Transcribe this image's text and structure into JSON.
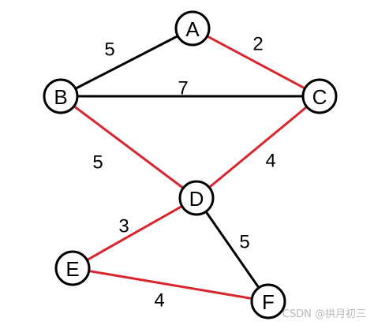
{
  "graph": {
    "colors": {
      "edge_default": "#000000",
      "edge_highlight": "#d9252c",
      "node_fill": "#ffffff",
      "node_stroke": "#000000"
    },
    "nodes": [
      {
        "id": "A",
        "label": "A"
      },
      {
        "id": "B",
        "label": "B"
      },
      {
        "id": "C",
        "label": "C"
      },
      {
        "id": "D",
        "label": "D"
      },
      {
        "id": "E",
        "label": "E"
      },
      {
        "id": "F",
        "label": "F"
      }
    ],
    "edges": [
      {
        "from": "A",
        "to": "B",
        "weight": "5",
        "highlighted": false
      },
      {
        "from": "A",
        "to": "C",
        "weight": "2",
        "highlighted": true
      },
      {
        "from": "B",
        "to": "C",
        "weight": "7",
        "highlighted": false
      },
      {
        "from": "B",
        "to": "D",
        "weight": "5",
        "highlighted": true
      },
      {
        "from": "C",
        "to": "D",
        "weight": "4",
        "highlighted": true
      },
      {
        "from": "D",
        "to": "E",
        "weight": "3",
        "highlighted": true
      },
      {
        "from": "D",
        "to": "F",
        "weight": "5",
        "highlighted": false
      },
      {
        "from": "E",
        "to": "F",
        "weight": "4",
        "highlighted": true
      }
    ]
  },
  "watermark": "CSDN @拱月初三"
}
